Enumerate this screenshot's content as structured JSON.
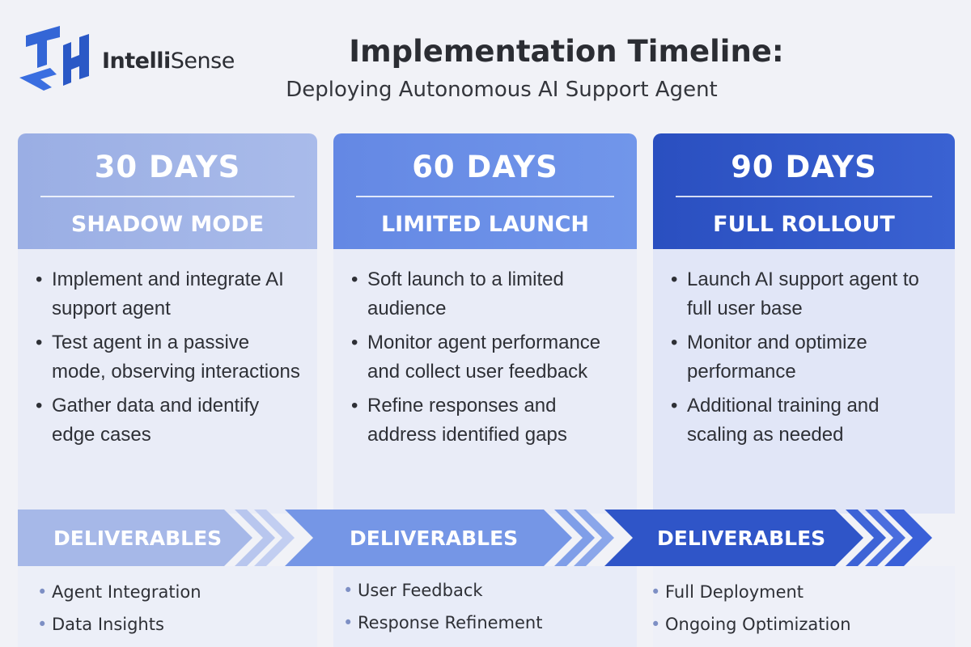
{
  "brand": {
    "name_bold": "Intelli",
    "name_regular": "Sense"
  },
  "header": {
    "title": "Implementation Timeline:",
    "subtitle": "Deploying Autonomous AI Support Agent"
  },
  "colors": {
    "phase1": "#9db1e6",
    "phase2": "#6a8de6",
    "phase3": "#2f54c6"
  },
  "phases": [
    {
      "days": "30 DAYS",
      "name": "SHADOW MODE",
      "items": [
        "Implement and integrate AI support agent",
        "Test agent in a passive mode, observing interactions",
        "Gather data and identify edge cases"
      ],
      "deliverables_label": "DELIVERABLES",
      "deliverables": [
        "Agent Integration",
        "Data Insights"
      ]
    },
    {
      "days": "60 DAYS",
      "name": "LIMITED LAUNCH",
      "items": [
        "Soft launch to a limited audience",
        "Monitor agent performance and collect user feedback",
        "Refine responses and address identified gaps"
      ],
      "deliverables_label": "DELIVERABLES",
      "deliverables": [
        "User Feedback",
        "Response Refinement"
      ]
    },
    {
      "days": "90 DAYS",
      "name": "FULL ROLLOUT",
      "items": [
        "Launch AI support agent to full user base",
        "Monitor and optimize performance",
        "Additional training and scaling as needed"
      ],
      "deliverables_label": "DELIVERABLES",
      "deliverables": [
        "Full Deployment",
        "Ongoing Optimization"
      ]
    }
  ]
}
